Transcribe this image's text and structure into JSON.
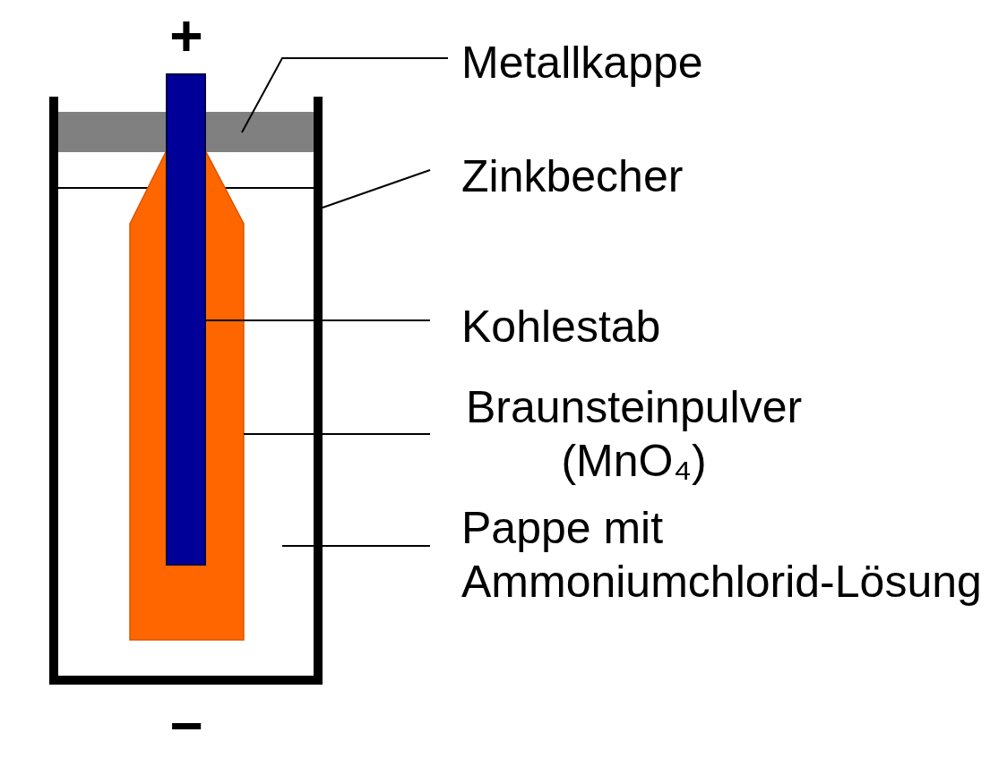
{
  "diagram": {
    "labels": [
      "+",
      "Metallkappe",
      "Zinkbecher",
      "Kohlestab",
      "Braunsteinpulver (MnO₄)",
      "Pappe mit Ammoniumchlorid-Lösung",
      "−"
    ]
  }
}
